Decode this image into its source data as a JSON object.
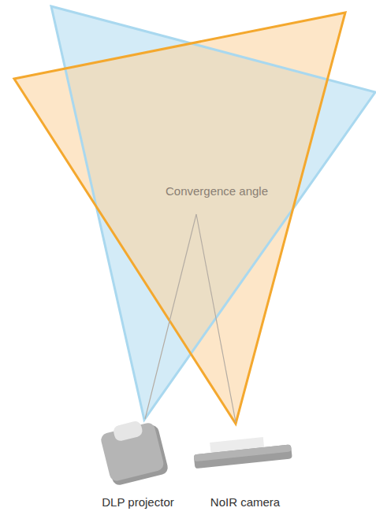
{
  "diagram": {
    "labels": [
      "Convergence angle",
      "DLP projector",
      "NoIR camera"
    ]
  }
}
